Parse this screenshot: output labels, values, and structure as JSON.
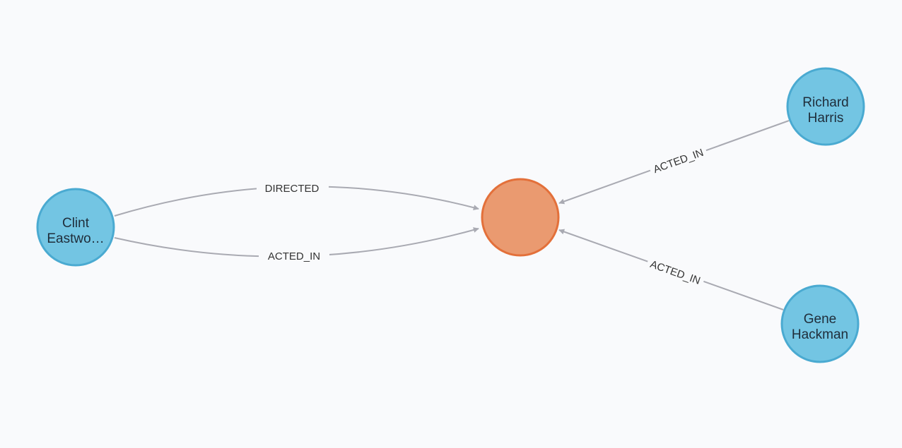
{
  "colors": {
    "person_fill": "#73c5e3",
    "person_stroke": "#4aaad1",
    "movie_fill": "#ea9a70",
    "movie_stroke": "#e3703a",
    "relationship": "#a9aab2",
    "background": "#f9fafc"
  },
  "nodes": [
    {
      "id": "movie",
      "type": "movie",
      "lines": []
    },
    {
      "id": "clint",
      "type": "person",
      "lines": [
        "Clint",
        "Eastwo…"
      ]
    },
    {
      "id": "richard",
      "type": "person",
      "lines": [
        "Richard",
        "Harris"
      ]
    },
    {
      "id": "gene",
      "type": "person",
      "lines": [
        "Gene",
        "Hackman"
      ]
    }
  ],
  "relationships": [
    {
      "id": "clint-directed",
      "from": "clint",
      "to": "movie",
      "type": "DIRECTED"
    },
    {
      "id": "clint-acted",
      "from": "clint",
      "to": "movie",
      "type": "ACTED_IN"
    },
    {
      "id": "richard-acted",
      "from": "richard",
      "to": "movie",
      "type": "ACTED_IN"
    },
    {
      "id": "gene-acted",
      "from": "gene",
      "to": "movie",
      "type": "ACTED_IN"
    }
  ]
}
